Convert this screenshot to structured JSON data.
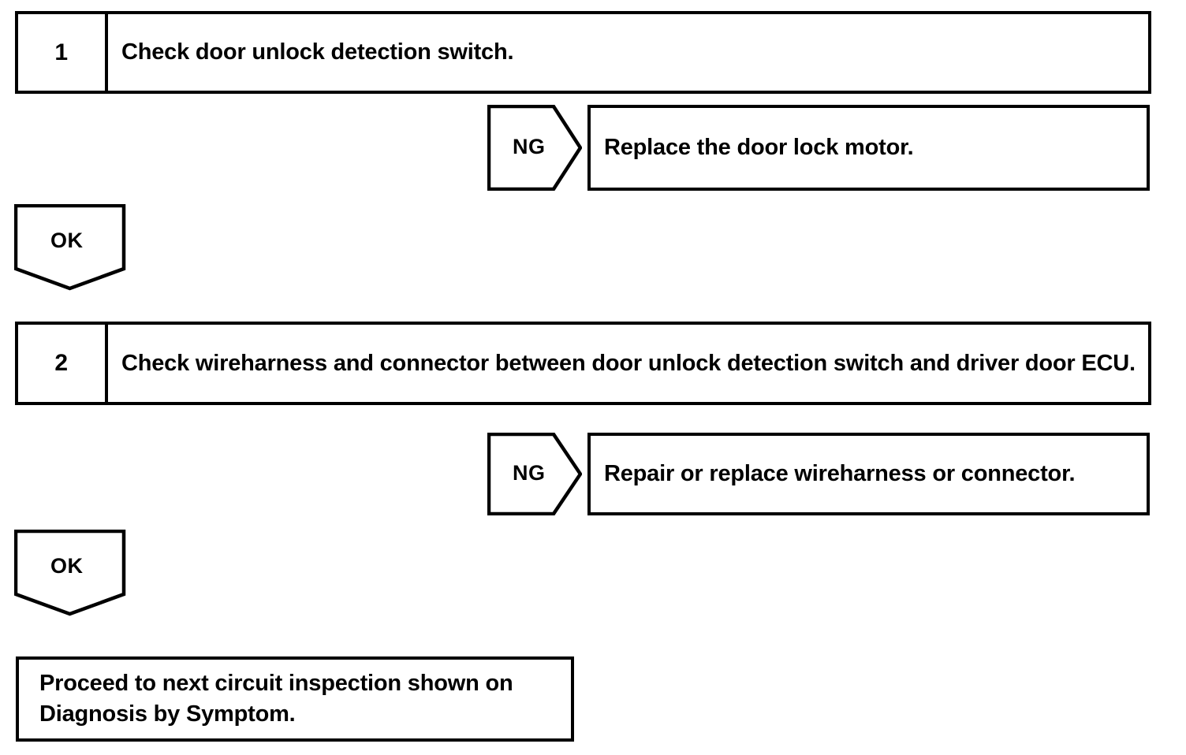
{
  "document": {
    "type": "troubleshooting-flowchart",
    "ink_color": "#000000",
    "background_color": "#ffffff"
  },
  "steps": [
    {
      "number": "1",
      "instruction": "Check door unlock detection switch.",
      "ng": {
        "label": "NG",
        "action": "Replace the door lock motor."
      },
      "ok": {
        "label": "OK"
      }
    },
    {
      "number": "2",
      "instruction": "Check wireharness and connector between door unlock detection switch and driver door ECU.",
      "ng": {
        "label": "NG",
        "action": "Repair or replace wireharness or connector."
      },
      "ok": {
        "label": "OK"
      }
    }
  ],
  "final": {
    "text": "Proceed to next circuit inspection shown on\nDiagnosis by Symptom."
  }
}
